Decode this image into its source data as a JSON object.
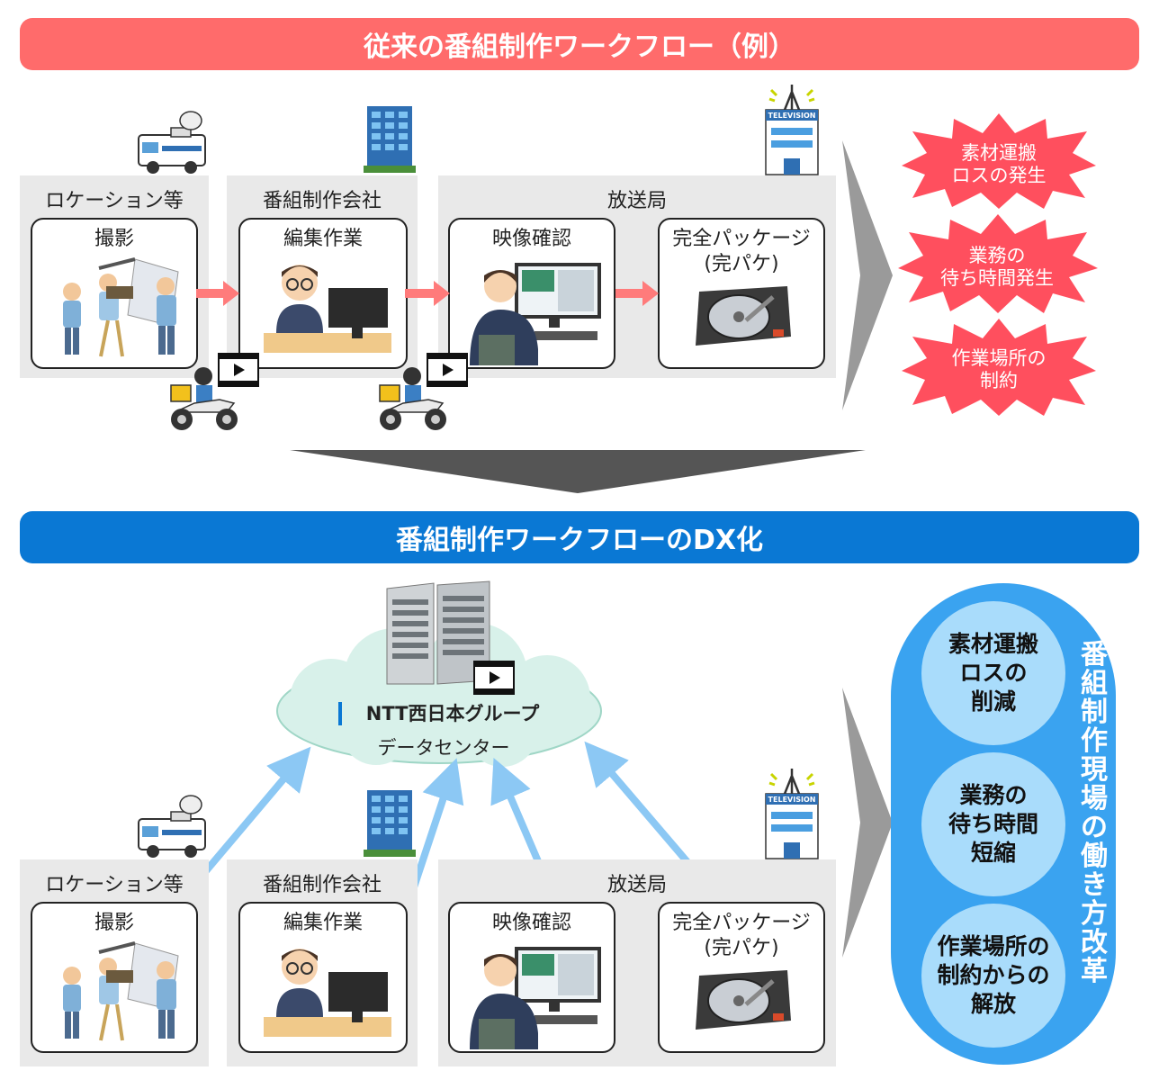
{
  "top": {
    "banner": "従来の番組制作ワークフロー（例）",
    "groups": {
      "location": "ロケーション等",
      "company": "番組制作会社",
      "broadcaster": "放送局"
    },
    "cards": {
      "shoot": "撮影",
      "edit": "編集作業",
      "review": "映像確認",
      "package_line1": "完全パッケージ",
      "package_line2": "(完パケ)"
    },
    "problems": [
      {
        "line1": "素材運搬",
        "line2": "ロスの発生"
      },
      {
        "line1": "業務の",
        "line2": "待ち時間発生"
      },
      {
        "line1": "作業場所の",
        "line2": "制約"
      }
    ],
    "tv_sign": "TELEVISION"
  },
  "bottom": {
    "banner": "番組制作ワークフローのDX化",
    "datacenter_line1": "NTT西日本グループ",
    "datacenter_line2": "データセンター",
    "groups": {
      "location": "ロケーション等",
      "company": "番組制作会社",
      "broadcaster": "放送局"
    },
    "cards": {
      "shoot": "撮影",
      "edit": "編集作業",
      "review": "映像確認",
      "package_line1": "完全パッケージ",
      "package_line2": "(完パケ)"
    },
    "benefits": [
      {
        "line1": "素材運搬",
        "line2": "ロスの",
        "line3": "削減"
      },
      {
        "line1": "業務の",
        "line2": "待ち時間",
        "line3": "短縮"
      },
      {
        "line1": "作業場所の",
        "line2": "制約からの",
        "line3": "解放"
      }
    ],
    "reform_vertical": "番組制作現場の働き方改革",
    "tv_sign": "TELEVISION"
  },
  "colors": {
    "red_banner": "#ff6b6b",
    "blue_banner": "#0a78d4",
    "burst": "#ff4f5e",
    "capsule": "#3aa3f0",
    "circle": "#a9dcfb",
    "cloud": "#d8f1ea",
    "upload_arrow": "#8cc8f4"
  },
  "icons": [
    "news-van-icon",
    "office-building-icon",
    "tv-station-icon",
    "film-crew-icon",
    "editor-person-icon",
    "monitor-operator-icon",
    "hard-disk-icon",
    "delivery-motorbike-icon",
    "video-play-icon",
    "server-rack-icon"
  ]
}
